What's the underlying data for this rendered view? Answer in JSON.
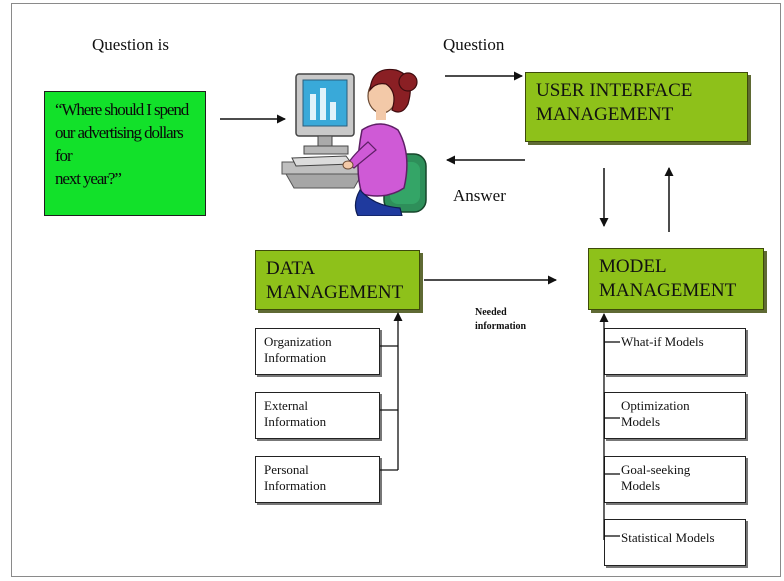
{
  "labels": {
    "question_is": "Question is",
    "question": "Question",
    "answer": "Answer",
    "needed_info": [
      "Needed",
      "information"
    ]
  },
  "quote": {
    "line1": "“Where should I spend",
    "line2": "our advertising dollars for",
    "line3": "next year?”"
  },
  "ui_management": {
    "line1": "USER INTERFACE",
    "line2": "MANAGEMENT"
  },
  "data_management": {
    "line1": "DATA",
    "line2": "MANAGEMENT"
  },
  "model_management": {
    "line1": "MODEL",
    "line2": "MANAGEMENT"
  },
  "data_sources": [
    {
      "line1": "Organization",
      "line2": "Information"
    },
    {
      "line1": "External",
      "line2": "Information"
    },
    {
      "line1": "Personal",
      "line2": "Information"
    }
  ],
  "models": [
    {
      "line1": "What-if Models",
      "line2": ""
    },
    {
      "line1": "Optimization",
      "line2": "Models"
    },
    {
      "line1": "Goal-seeking",
      "line2": "Models"
    },
    {
      "line1": "Statistical Models",
      "line2": ""
    }
  ],
  "colors": {
    "quote_box": "#12e12a",
    "management_box": "#8ec11a",
    "person_shirt": "#cf5ad6",
    "person_hair": "#8a1f24",
    "monitor": "#c9c9c9",
    "screen": "#39a9d9",
    "chair": "#2e8f5a"
  },
  "icons": {
    "user": "person-at-computer-icon"
  }
}
